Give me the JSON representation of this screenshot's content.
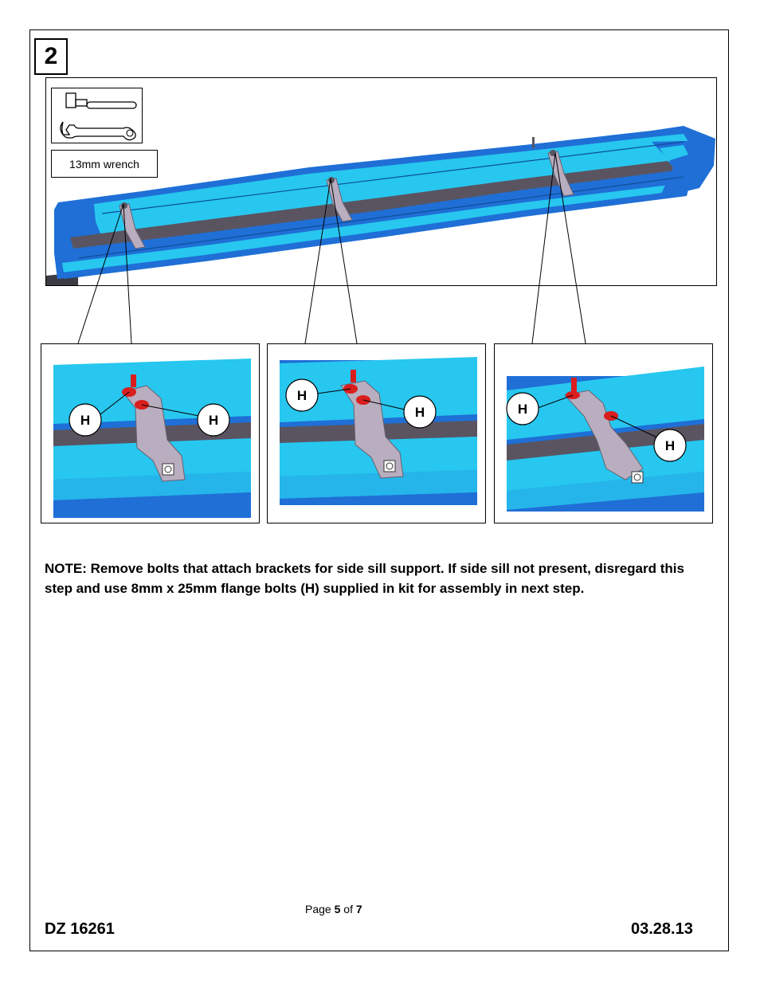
{
  "step": {
    "number": "2"
  },
  "tool": {
    "label": "13mm wrench",
    "icon": "wrench-icon"
  },
  "details": {
    "panels": [
      {
        "labels": [
          "H",
          "H"
        ]
      },
      {
        "labels": [
          "H",
          "H"
        ]
      },
      {
        "labels": [
          "H",
          "H"
        ]
      }
    ]
  },
  "note": {
    "text": "NOTE:  Remove bolts that attach brackets for side sill support.  If side sill not present, disregard this step and use 8mm x 25mm flange bolts (H) supplied in kit for assembly in next step."
  },
  "footer": {
    "page_prefix": "Page ",
    "page_current": "5",
    "page_of": " of ",
    "page_total": "7",
    "doc_id": "DZ 16261",
    "date": "03.28.13"
  },
  "colors": {
    "part_blue": "#27c7ef",
    "part_dark_blue": "#1f6fd6",
    "bracket_gray": "#b8aebf",
    "bar_dark": "#5a5460",
    "bolt_red": "#d91e1e"
  }
}
